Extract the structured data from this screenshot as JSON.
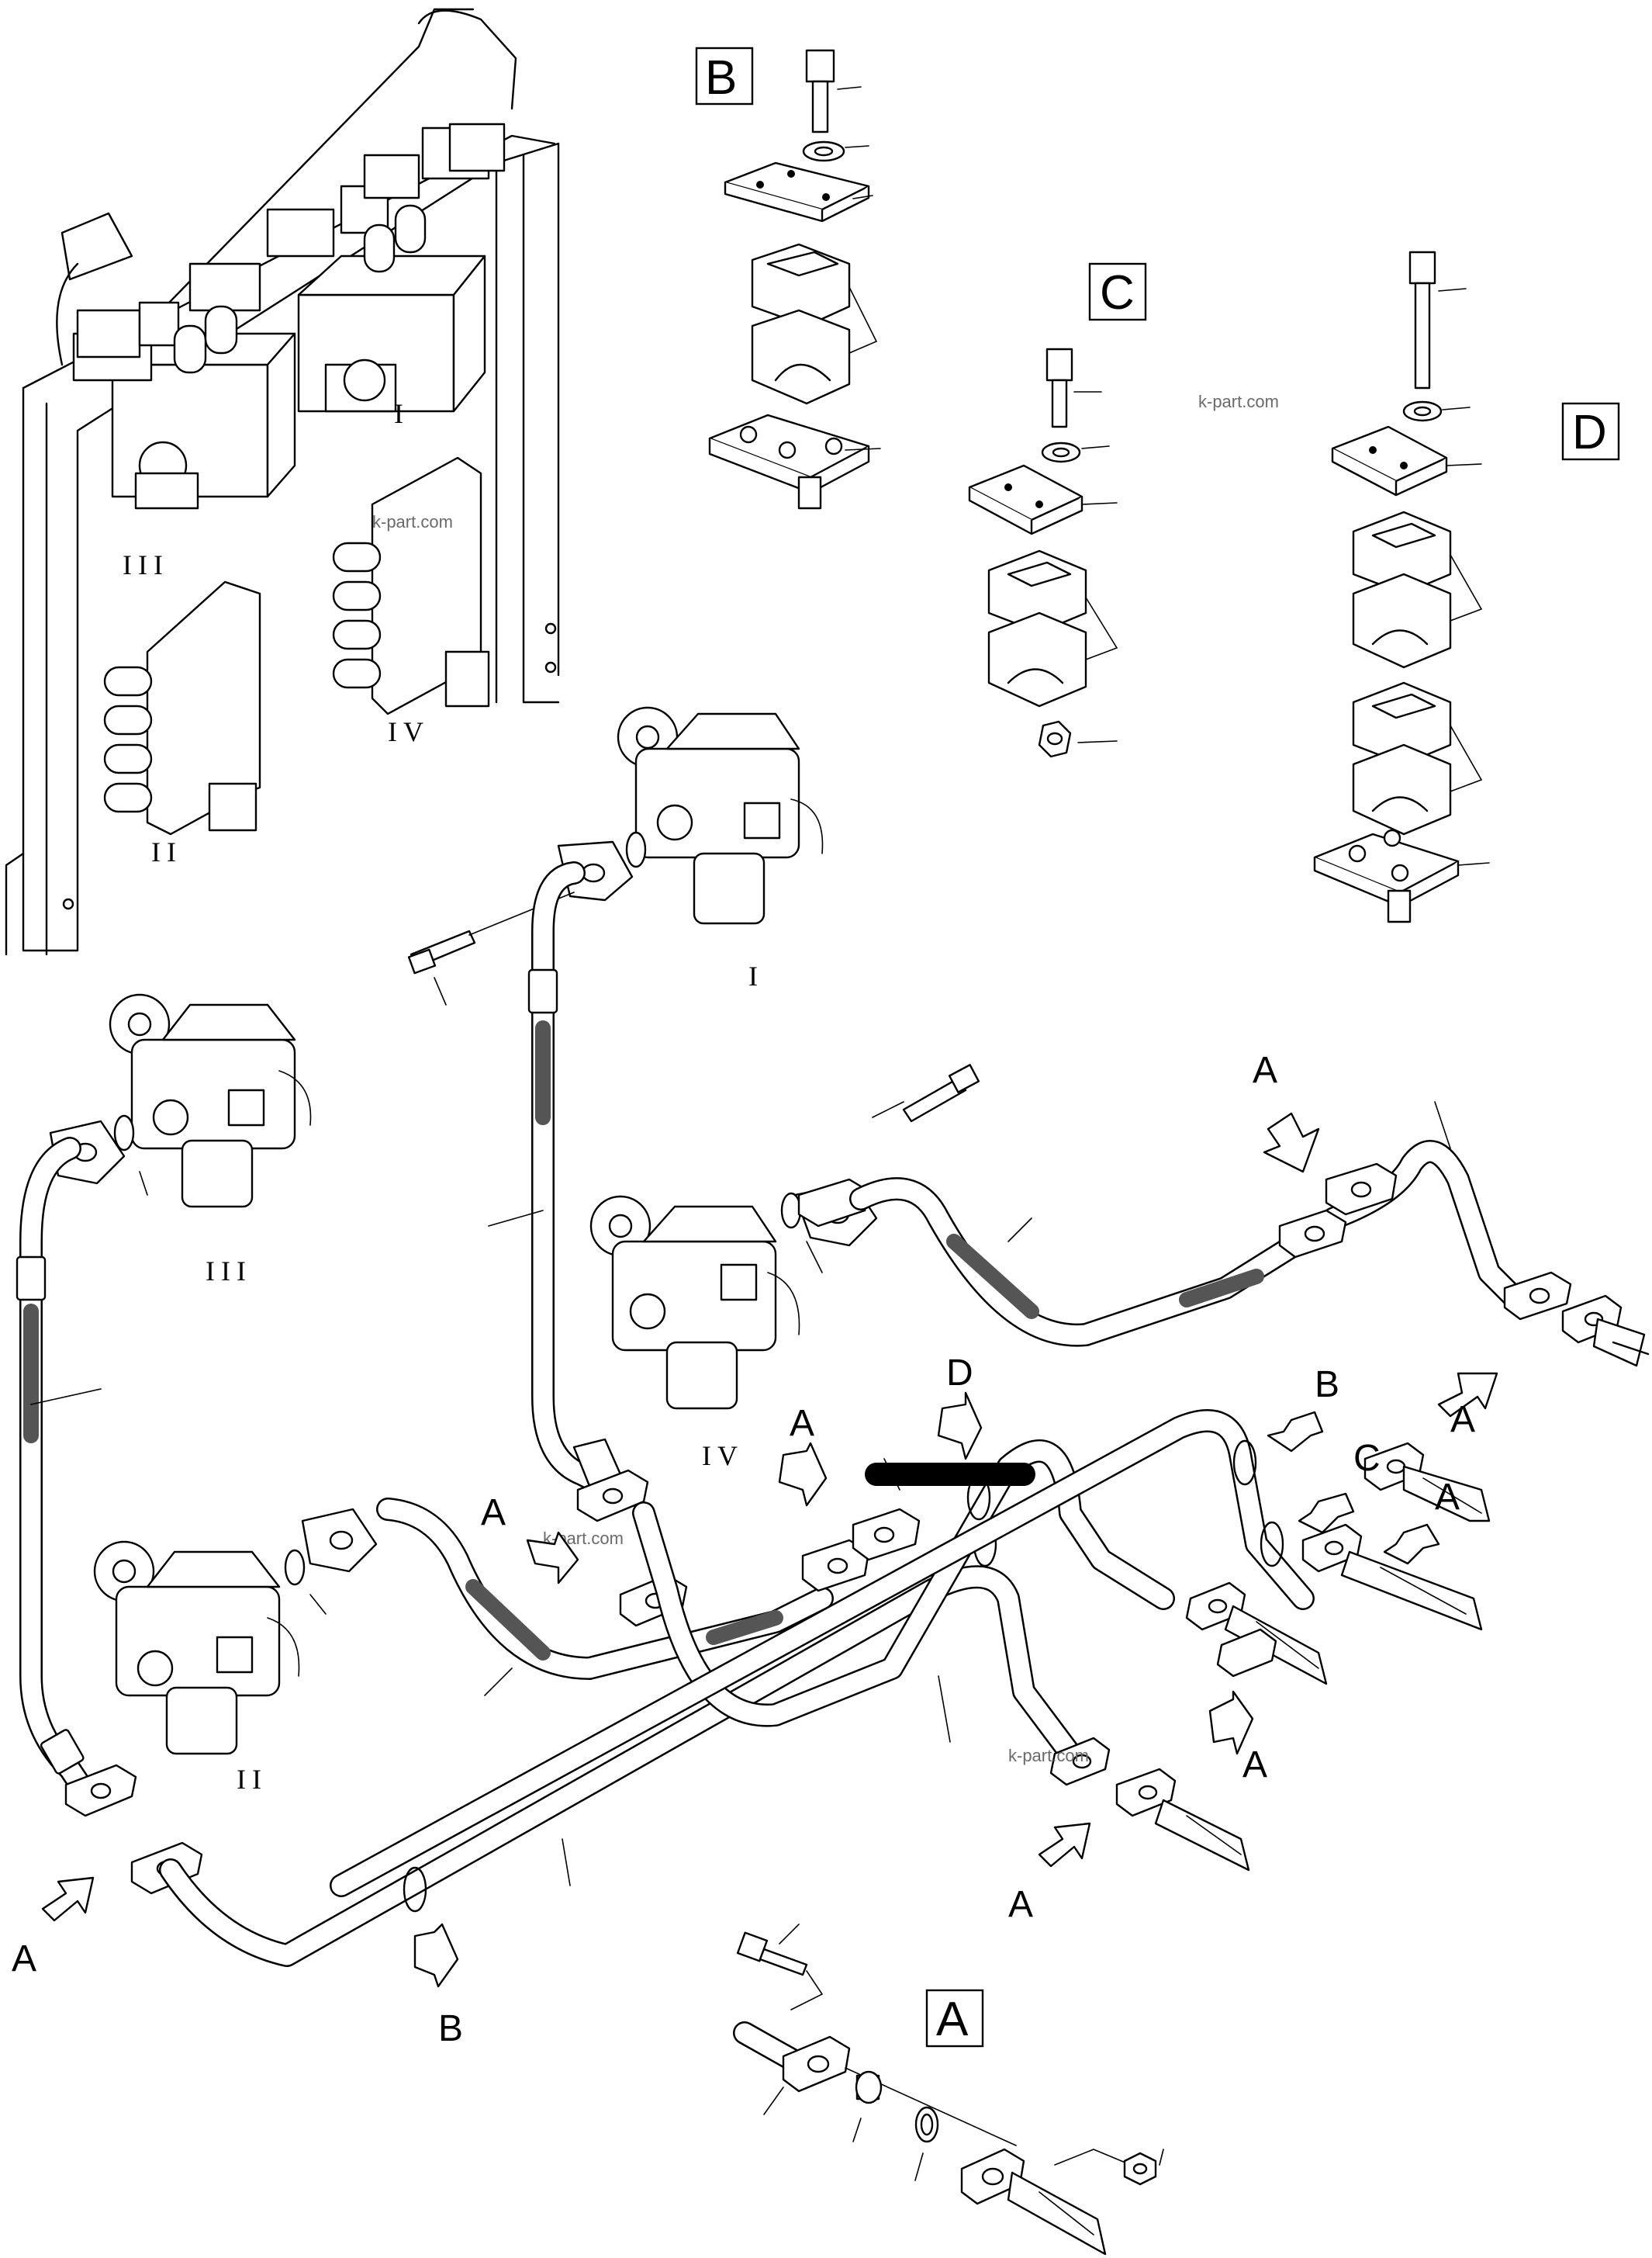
{
  "detail_labels": {
    "B": "B",
    "C": "C",
    "D": "D",
    "A": "A"
  },
  "callouts": {
    "A": "A",
    "B": "B",
    "C": "C",
    "D": "D"
  },
  "valve_numerals": {
    "I": "I",
    "II": "II",
    "III": "III",
    "IV": "IV"
  },
  "watermark": "k-part.com"
}
